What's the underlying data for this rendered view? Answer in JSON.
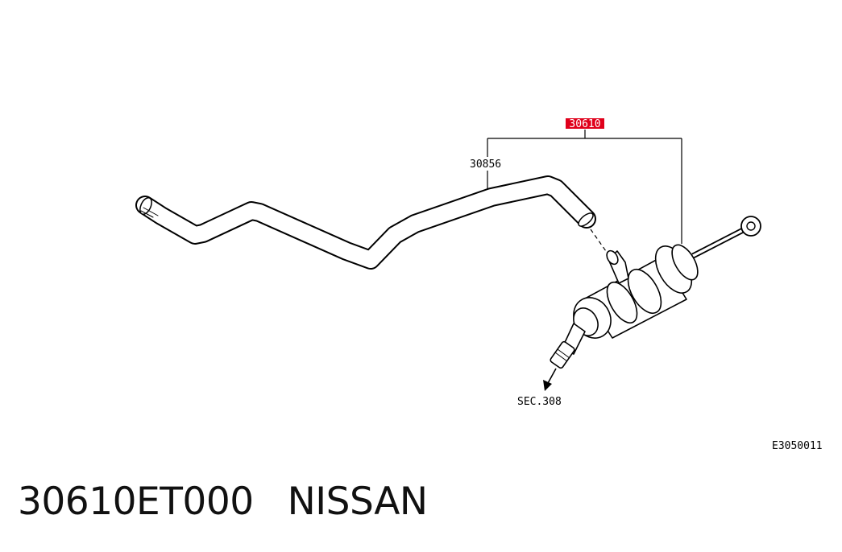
{
  "diagram": {
    "labels": {
      "highlighted_part": "30610",
      "hose_part": "30856",
      "section_ref": "SEC.308",
      "image_code": "E3050011"
    },
    "colors": {
      "highlight": "#e0001b",
      "line": "#000000"
    }
  },
  "footer": {
    "part_number": "30610ET000",
    "brand": "NISSAN"
  }
}
